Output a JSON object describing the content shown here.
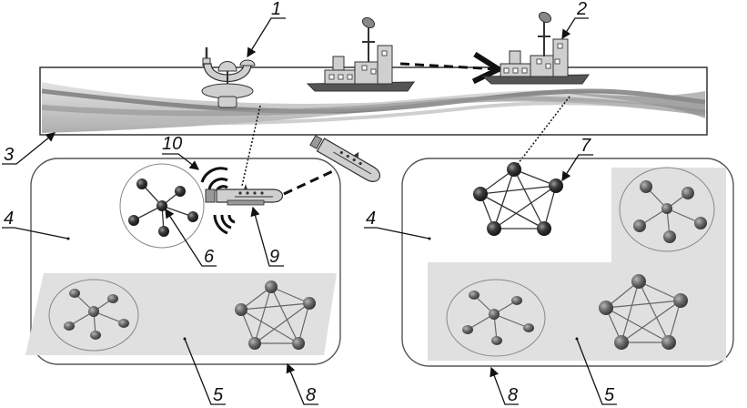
{
  "title": "Underwater/surface sensor network schematic",
  "labels": {
    "l1": "1",
    "l2": "2",
    "l3": "3",
    "l4a": "4",
    "l4b": "4",
    "l5a": "5",
    "l5b": "5",
    "l6": "6",
    "l7": "7",
    "l8a": "8",
    "l8b": "8",
    "l9": "9",
    "l10": "10"
  },
  "components": {
    "buoy": "surface buoy (1)",
    "ship_1": "surface ship",
    "ship_2": "surface ship (2)",
    "sea_surface": "sea surface layer (3)",
    "zone_left": "underwater zone (4)",
    "zone_right": "underwater zone (4)",
    "seabed_region": "seabed region (5)",
    "star_cluster": "star-topology sensor cluster (6)",
    "mesh_cluster": "mesh-topology sensor cluster (7)",
    "zone_boundary": "zone boundary (8)",
    "auv": "autonomous underwater vehicle (9)",
    "acoustic_signal": "acoustic signal (10)",
    "auv_2": "second underwater vehicle"
  },
  "colors": {
    "outline": "#555555",
    "region_fill": "#e0e0e0",
    "node_dark": "#333333",
    "node_mid": "#6a6a6a",
    "vessel_fill": "#cfcfcf"
  }
}
